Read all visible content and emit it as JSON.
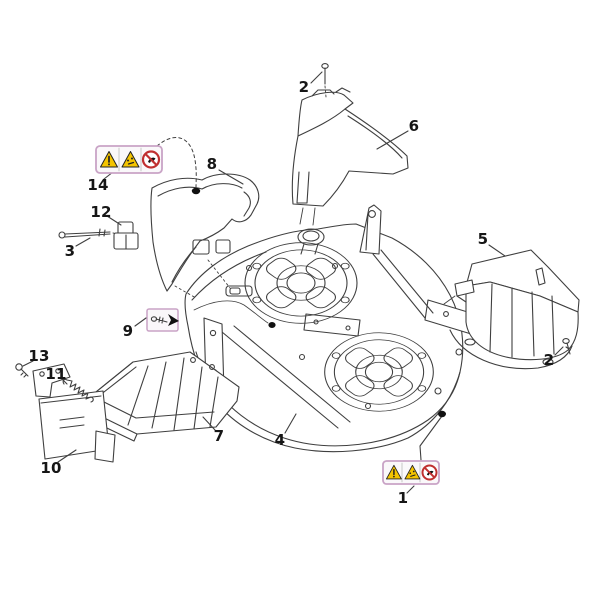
{
  "diagram": {
    "type": "exploded-parts-diagram",
    "callouts": {
      "c1": {
        "label": "1"
      },
      "c2_top": {
        "label": "2"
      },
      "c2_right": {
        "label": "2"
      },
      "c3": {
        "label": "3"
      },
      "c4": {
        "label": "4"
      },
      "c5": {
        "label": "5"
      },
      "c6": {
        "label": "6"
      },
      "c7": {
        "label": "7"
      },
      "c8": {
        "label": "8"
      },
      "c9": {
        "label": "9"
      },
      "c10": {
        "label": "10"
      },
      "c11": {
        "label": "11"
      },
      "c12": {
        "label": "12"
      },
      "c13": {
        "label": "13"
      },
      "c14": {
        "label": "14"
      }
    },
    "warning_stickers": {
      "top": {
        "symbols": [
          "general-warning-triangle",
          "thrown-objects-warning-triangle",
          "do-not-reach-prohibition"
        ]
      },
      "bottom": {
        "symbols": [
          "general-warning-triangle",
          "thrown-objects-warning-triangle",
          "do-not-reach-prohibition"
        ]
      }
    },
    "colors": {
      "line": "#3f3f3f",
      "sticker_border": "#c9a3c6",
      "warning_yellow": "#f4c400",
      "prohibition_red": "#c03030",
      "label_text": "#161616"
    }
  }
}
